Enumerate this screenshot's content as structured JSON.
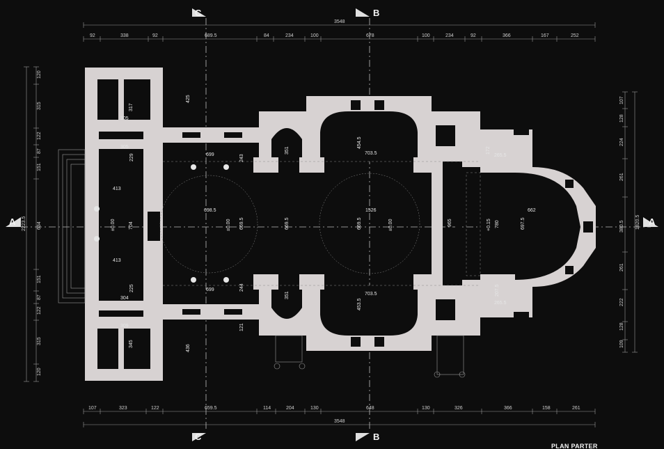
{
  "title": "PLAN PARTER",
  "sections": {
    "c_top": "C",
    "c_bottom": "C",
    "b_top": "B",
    "b_bottom": "B",
    "a_left": "A",
    "a_right": "A"
  },
  "top_total": "3548",
  "bottom_total": "3548",
  "top_dims": [
    "92",
    "338",
    "92",
    "689.5",
    "84",
    "234",
    "100",
    "678",
    "100",
    "234",
    "92",
    "366",
    "167",
    "252"
  ],
  "bottom_dims": [
    "107",
    "323",
    "122",
    "659.5",
    "114",
    "204",
    "130",
    "648",
    "130",
    "326",
    "366",
    "158",
    "261"
  ],
  "left_dims": [
    "120",
    "315",
    "122",
    "87",
    "151",
    "634",
    "151",
    "87",
    "122",
    "315",
    "120"
  ],
  "left_total": "2223.5",
  "right_dims": [
    "107",
    "128",
    "224",
    "261",
    "380.5",
    "261",
    "222",
    "128",
    "109"
  ],
  "right_total": "1820.5",
  "interior": {
    "d317": "317",
    "d305a": "305",
    "d305b": "305",
    "d229": "229",
    "d413a": "413",
    "d704": "704",
    "d413b": "413",
    "d225": "225",
    "d304": "304",
    "d309": "309",
    "d345": "345",
    "d425": "425",
    "d699a": "699",
    "d243": "243",
    "d698": "698.5",
    "d669a": "669.5",
    "d699b": "699",
    "d244": "244",
    "d121": "121",
    "d436": "436",
    "d351a": "351",
    "d669b": "669.5",
    "d351b": "351",
    "d454": "454.5",
    "d703a": "703.5",
    "d1526": "1526",
    "d669c": "669.5",
    "d703b": "703.5",
    "d453": "453.5",
    "d965": "965",
    "d172": "172",
    "d265a": "265.5",
    "d780": "780",
    "d662": "662",
    "d697": "697.5",
    "d207": "207.5",
    "d265b": "265.5"
  },
  "levels": {
    "l1": "±0.00",
    "l2": "±0.00",
    "l3": "±0.00",
    "l4": "+0.15"
  }
}
